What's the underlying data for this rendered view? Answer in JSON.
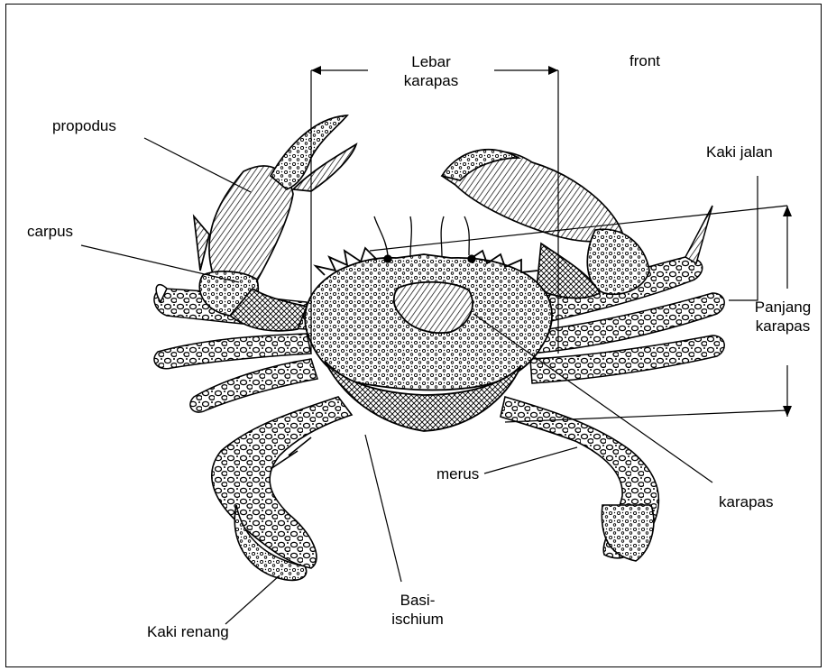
{
  "labels": {
    "lebar_karapas": [
      "Lebar",
      "karapas"
    ],
    "front": "front",
    "propodus": "propodus",
    "kaki_jalan": "Kaki jalan",
    "carpus": "carpus",
    "panjang_karapas": [
      "Panjang",
      "karapas"
    ],
    "merus": "merus",
    "karapas": "karapas",
    "basi_ischium": [
      "Basi-",
      "ischium"
    ],
    "kaki_renang": "Kaki renang"
  },
  "colors": {
    "ink": "#000000",
    "fill": "#ffffff",
    "shade": "#4a4a4a"
  }
}
